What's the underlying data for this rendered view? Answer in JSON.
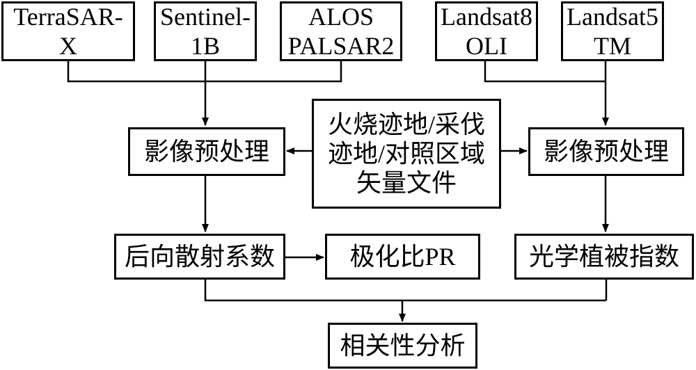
{
  "sources": [
    {
      "lines": [
        "TerraSAR-",
        "X"
      ]
    },
    {
      "lines": [
        "Sentinel-",
        "1B"
      ]
    },
    {
      "lines": [
        "ALOS",
        "PALSAR2"
      ]
    },
    {
      "lines": [
        "Landsat8",
        "OLI"
      ]
    },
    {
      "lines": [
        "Landsat5",
        "TM"
      ]
    }
  ],
  "center": {
    "lines": [
      "火烧迹地/采伐",
      "迹地/对照区域",
      "矢量文件"
    ]
  },
  "preprocess_left": {
    "label": "影像预处理"
  },
  "preprocess_right": {
    "label": "影像预处理"
  },
  "backscatter": {
    "label": "后向散射系数"
  },
  "polarization_ratio": {
    "label": "极化比PR"
  },
  "vegetation_index": {
    "label": "光学植被指数"
  },
  "correlation": {
    "label": "相关性分析"
  }
}
